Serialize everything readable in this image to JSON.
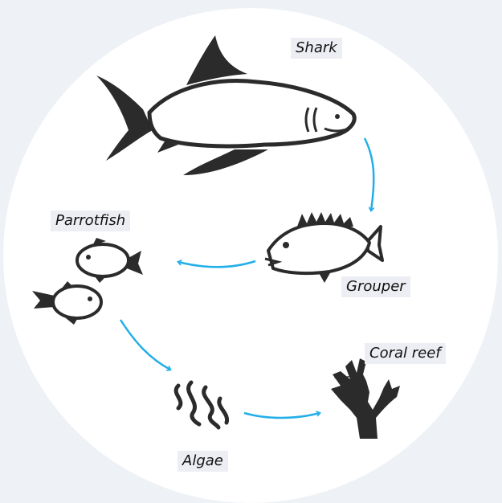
{
  "diagram": {
    "type": "food-web",
    "colors": {
      "background": "#eef1f5",
      "circle": "#ffffff",
      "silhouette": "#2b2b2b",
      "arrow": "#22aee8",
      "label_bg": "#eceef3"
    },
    "nodes": {
      "shark": {
        "label": "Shark",
        "icon": "shark-icon"
      },
      "grouper": {
        "label": "Grouper",
        "icon": "grouper-icon"
      },
      "parrotfish": {
        "label": "Parrotfish",
        "icon": "parrotfish-icon"
      },
      "algae": {
        "label": "Algae",
        "icon": "algae-icon"
      },
      "coral": {
        "label": "Coral reef",
        "icon": "coral-icon"
      }
    },
    "edges": [
      {
        "from": "Shark",
        "to": "Grouper"
      },
      {
        "from": "Grouper",
        "to": "Parrotfish"
      },
      {
        "from": "Parrotfish",
        "to": "Algae"
      },
      {
        "from": "Algae",
        "to": "Coral reef"
      }
    ]
  }
}
